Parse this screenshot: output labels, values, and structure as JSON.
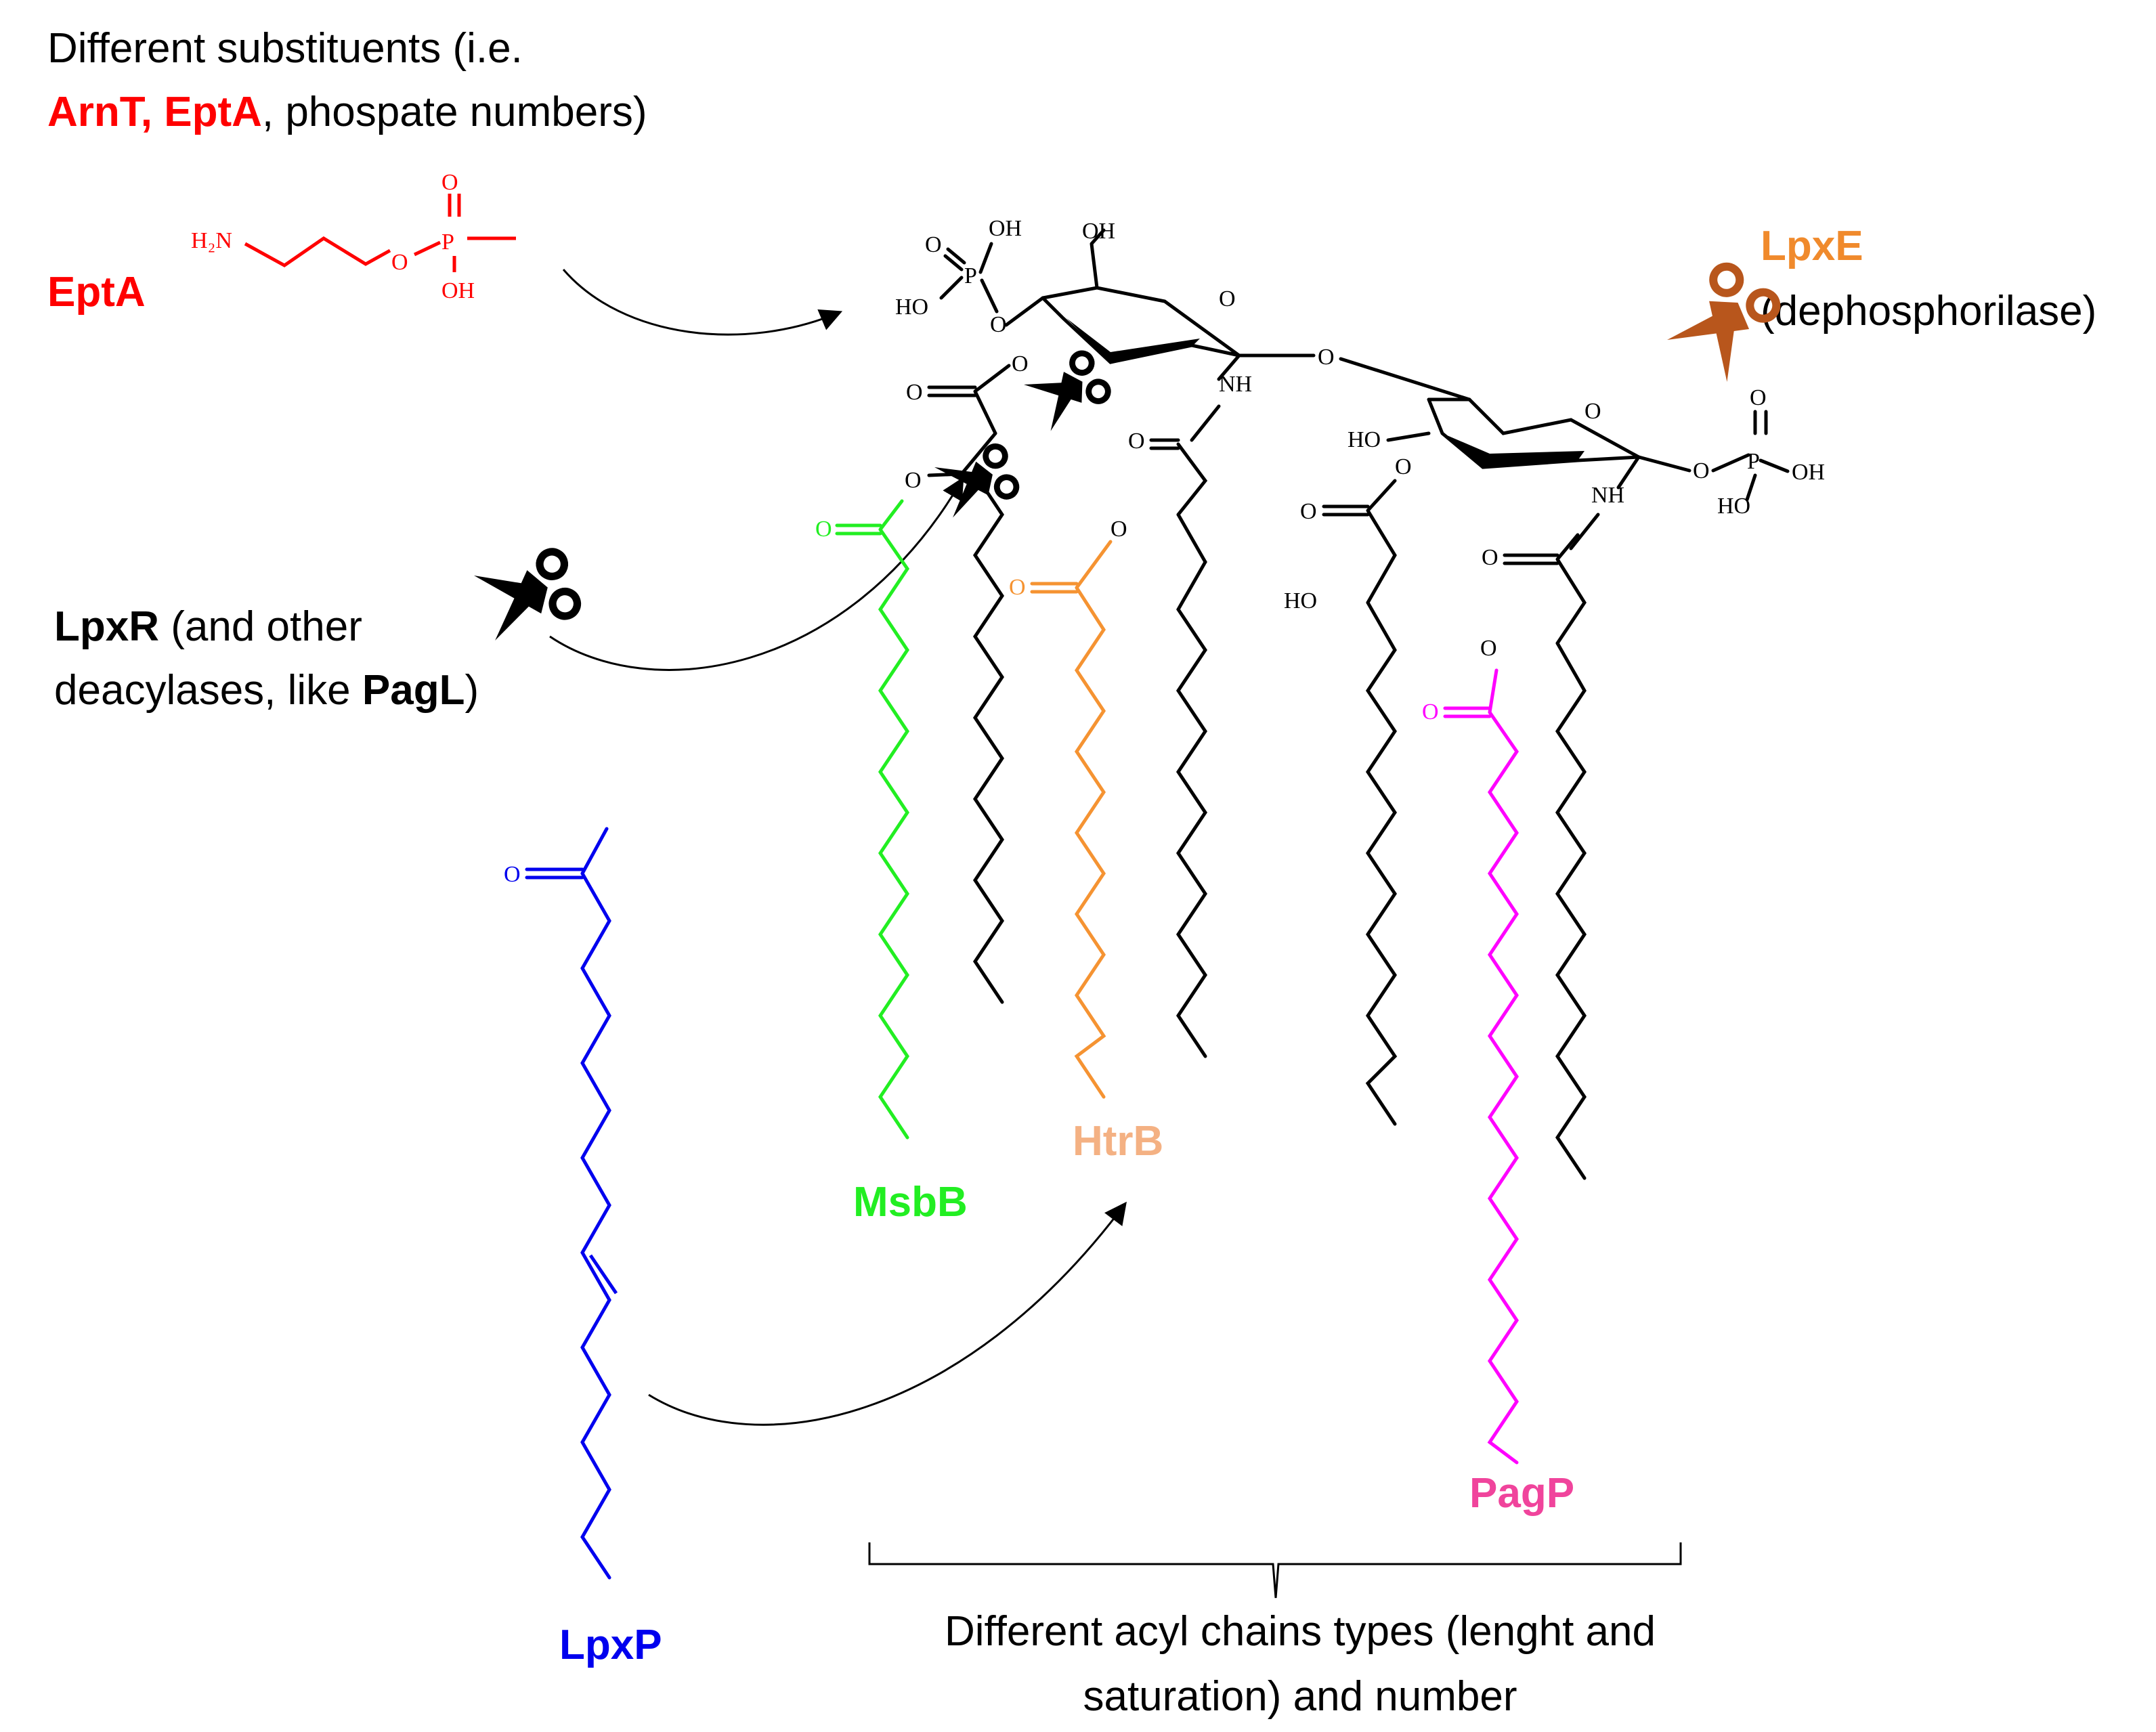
{
  "top_note": {
    "line1": "Different substituents (i.e.",
    "line2_red": "ArnT, EptA",
    "line2_rest": ", phospate numbers)"
  },
  "eptA": {
    "label": "EptA",
    "atoms": {
      "h2n": "H₂N",
      "o_ester": "O",
      "p": "P",
      "o_double": "O",
      "oh": "OH"
    }
  },
  "lpxE": {
    "name": "LpxE",
    "desc": "(dephosphorilase)"
  },
  "lpxR": {
    "name": "LpxR",
    "rest1": " (and other",
    "line2": "deacylases, like ",
    "pagl": "PagL",
    "close": ")"
  },
  "enzymes": {
    "msbB": "MsbB",
    "htrB": "HtrB",
    "pagP": "PagP",
    "lpxP": "LpxP"
  },
  "bottom_note": {
    "line1": "Different acyl chains types (lenght and",
    "line2": "saturation) and number"
  },
  "atoms": {
    "oh": "OH",
    "ho": "HO",
    "o": "O",
    "p": "P",
    "nh": "NH"
  },
  "colors": {
    "red": "#ff0000",
    "orange": "#f59332",
    "lpxE_orange": "#f08a2c",
    "htrB_label": "#f4b183",
    "green": "#22ee22",
    "magenta": "#ff00ff",
    "pagP_label": "#f0449c",
    "blue": "#0000ee",
    "scissors_brown": "#b8561c",
    "black": "#000000"
  },
  "icons": [
    "scissors-icon",
    "arrow-curve"
  ]
}
